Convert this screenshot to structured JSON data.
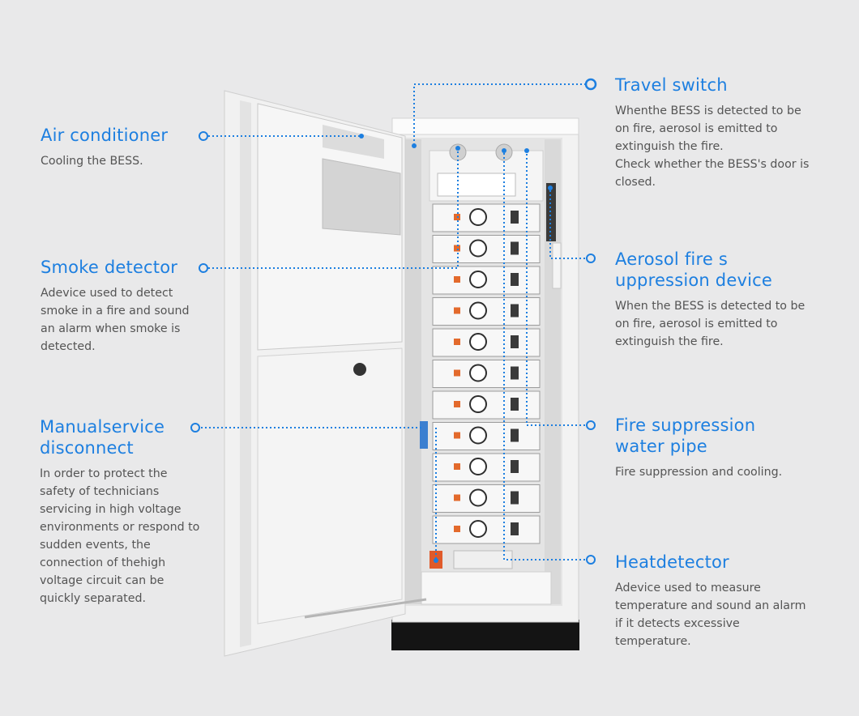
{
  "colors": {
    "accent": "#1d7fe0",
    "background": "#e9e9ea",
    "text": "#545454"
  },
  "callouts": {
    "air_conditioner": {
      "title": "Air conditioner",
      "desc": [
        "Cooling the BESS."
      ]
    },
    "smoke_detector": {
      "title": "Smoke detector",
      "desc": [
        "Adevice used to detect",
        "smoke in a fire and sound",
        "an alarm when smoke is",
        "detected."
      ]
    },
    "manual_service": {
      "title1": "Manualservice",
      "title2": "disconnect",
      "desc": [
        "In order to protect the",
        "safety of technicians",
        "servicing in high voltage",
        "environments or respond to",
        "sudden events, the",
        "connection of thehigh",
        "voltage circuit can be",
        "quickly separated."
      ]
    },
    "travel_switch": {
      "title": "Travel switch",
      "desc": [
        "Whenthe BESS is detected to be",
        "on fire, aerosol is emitted to",
        "extinguish the fire.",
        "Check whether the BESS's door is",
        "closed."
      ]
    },
    "aerosol": {
      "title1": "Aerosol fire s",
      "title2": "uppression device",
      "desc": [
        "When the BESS is detected to be",
        "on fire, aerosol is emitted to",
        "extinguish the fire."
      ]
    },
    "water_pipe": {
      "title1": "Fire suppression",
      "title2": "water pipe",
      "desc": [
        "Fire suppression and cooling."
      ]
    },
    "heat_detector": {
      "title": "Heatdetector",
      "desc": [
        "Adevice used to measure",
        "temperature and sound an alarm",
        "if it detects excessive",
        "temperature."
      ]
    }
  }
}
